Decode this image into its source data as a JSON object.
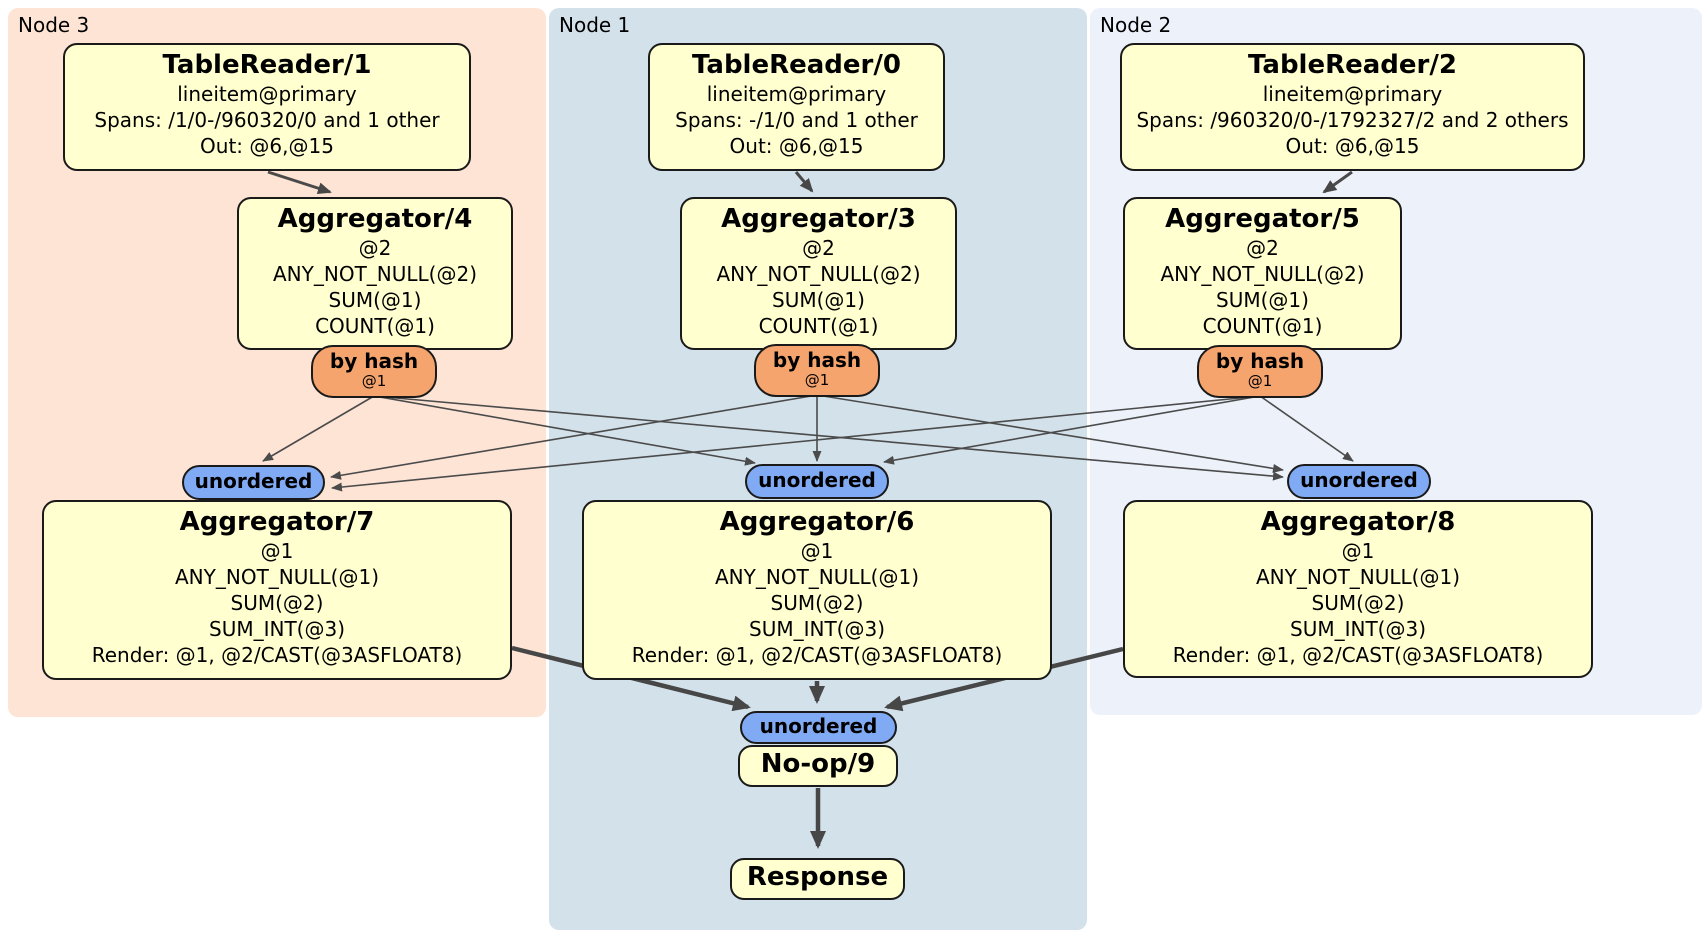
{
  "regions": {
    "node3": {
      "label": "Node 3"
    },
    "node1": {
      "label": "Node 1"
    },
    "node2": {
      "label": "Node 2"
    }
  },
  "boxes": {
    "tr1": {
      "title": "TableReader/1",
      "lines": [
        "lineitem@primary",
        "Spans: /1/0-/960320/0 and 1 other",
        "Out: @6,@15"
      ]
    },
    "tr0": {
      "title": "TableReader/0",
      "lines": [
        "lineitem@primary",
        "Spans: -/1/0 and 1 other",
        "Out: @6,@15"
      ]
    },
    "tr2": {
      "title": "TableReader/2",
      "lines": [
        "lineitem@primary",
        "Spans: /960320/0-/1792327/2 and 2 others",
        "Out: @6,@15"
      ]
    },
    "agg4": {
      "title": "Aggregator/4",
      "lines": [
        "@2",
        "ANY_NOT_NULL(@2)",
        "SUM(@1)",
        "COUNT(@1)"
      ]
    },
    "agg3": {
      "title": "Aggregator/3",
      "lines": [
        "@2",
        "ANY_NOT_NULL(@2)",
        "SUM(@1)",
        "COUNT(@1)"
      ]
    },
    "agg5": {
      "title": "Aggregator/5",
      "lines": [
        "@2",
        "ANY_NOT_NULL(@2)",
        "SUM(@1)",
        "COUNT(@1)"
      ]
    },
    "agg7": {
      "title": "Aggregator/7",
      "lines": [
        "@1",
        "ANY_NOT_NULL(@1)",
        "SUM(@2)",
        "SUM_INT(@3)",
        "Render: @1, @2/CAST(@3ASFLOAT8)"
      ]
    },
    "agg6": {
      "title": "Aggregator/6",
      "lines": [
        "@1",
        "ANY_NOT_NULL(@1)",
        "SUM(@2)",
        "SUM_INT(@3)",
        "Render: @1, @2/CAST(@3ASFLOAT8)"
      ]
    },
    "agg8": {
      "title": "Aggregator/8",
      "lines": [
        "@1",
        "ANY_NOT_NULL(@1)",
        "SUM(@2)",
        "SUM_INT(@3)",
        "Render: @1, @2/CAST(@3ASFLOAT8)"
      ]
    },
    "noop": {
      "title": "No-op/9"
    },
    "response": {
      "title": "Response"
    }
  },
  "routers": {
    "hash3": {
      "label": "by hash",
      "detail": "@1"
    },
    "hash1": {
      "label": "by hash",
      "detail": "@1"
    },
    "hash2": {
      "label": "by hash",
      "detail": "@1"
    }
  },
  "syncs": {
    "un3": {
      "label": "unordered"
    },
    "un1": {
      "label": "unordered"
    },
    "un2": {
      "label": "unordered"
    },
    "unfinal": {
      "label": "unordered"
    }
  },
  "colors": {
    "node3_bg": "#fde4d5",
    "node1_bg": "#d3e1ea",
    "node2_bg": "#ecf1fa",
    "processor_bg": "#ffffcf",
    "router_bg": "#f6a46d",
    "sync_bg": "#81aaf4",
    "border": "#1a1a1a",
    "edge": "#474747"
  }
}
